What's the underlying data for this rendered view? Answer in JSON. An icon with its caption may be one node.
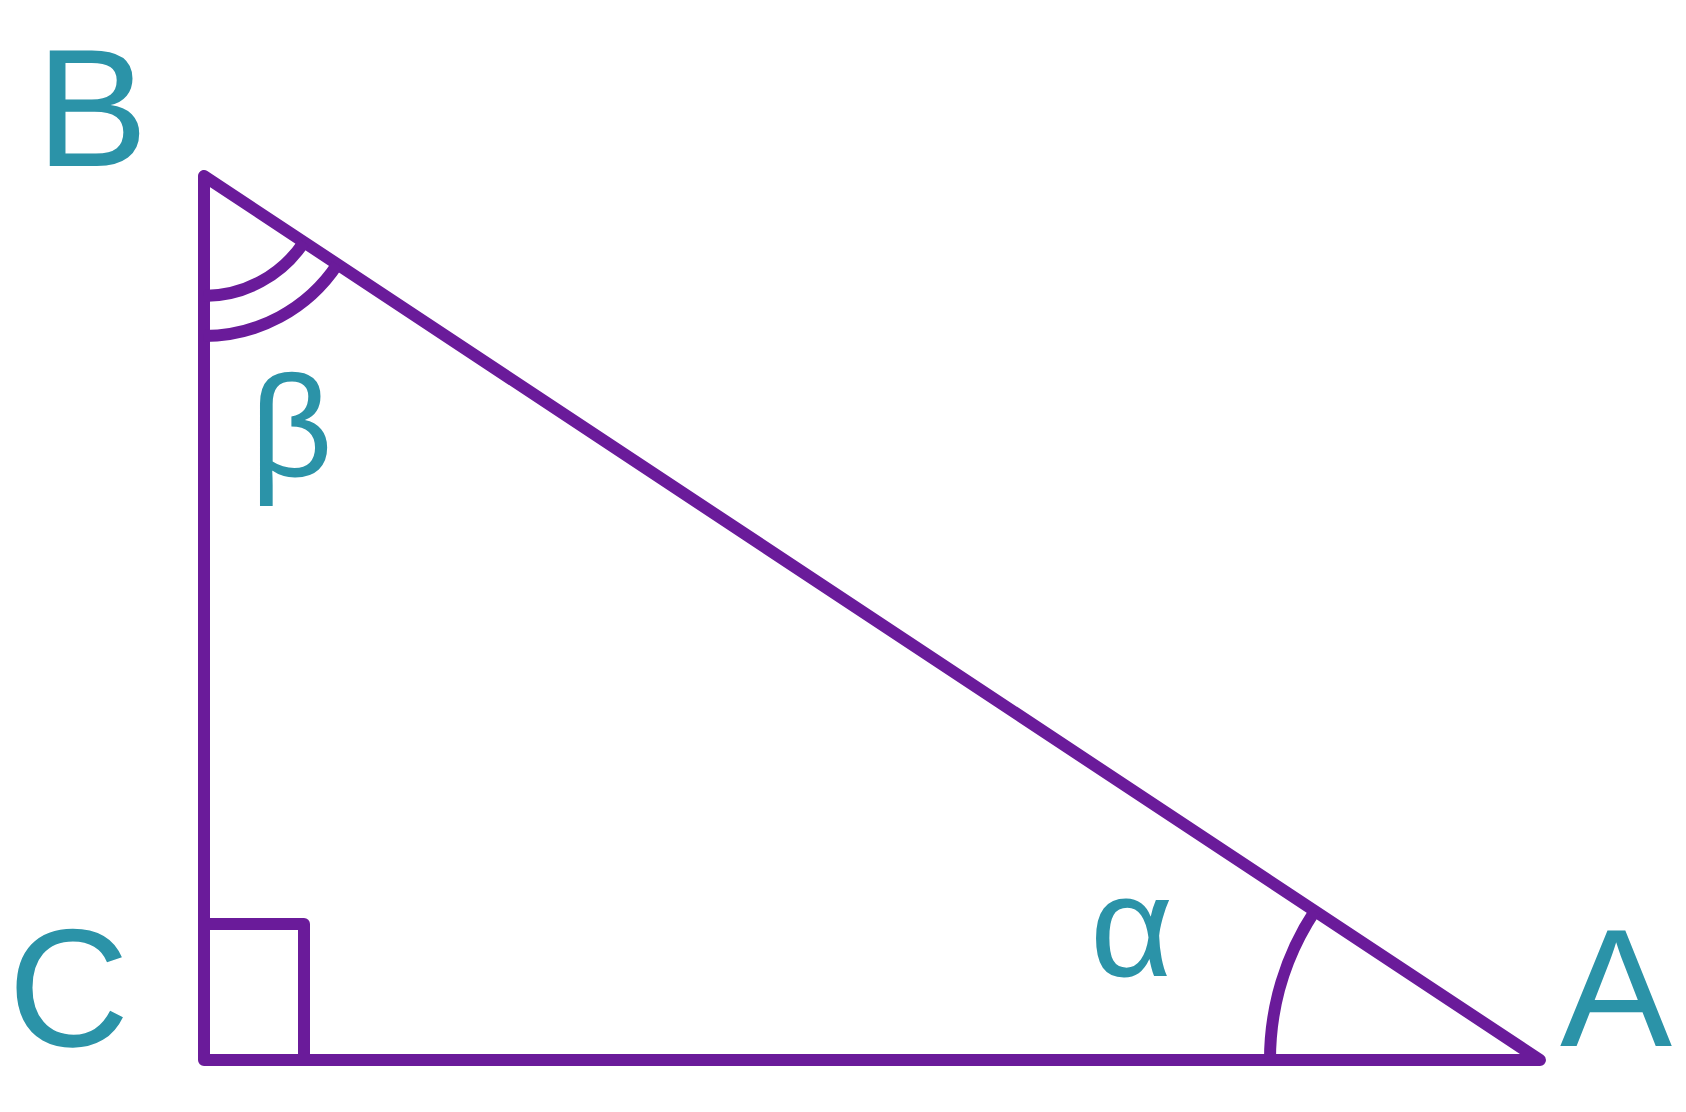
{
  "diagram": {
    "labels": [
      "B",
      "β",
      "C",
      "α",
      "A"
    ]
  }
}
